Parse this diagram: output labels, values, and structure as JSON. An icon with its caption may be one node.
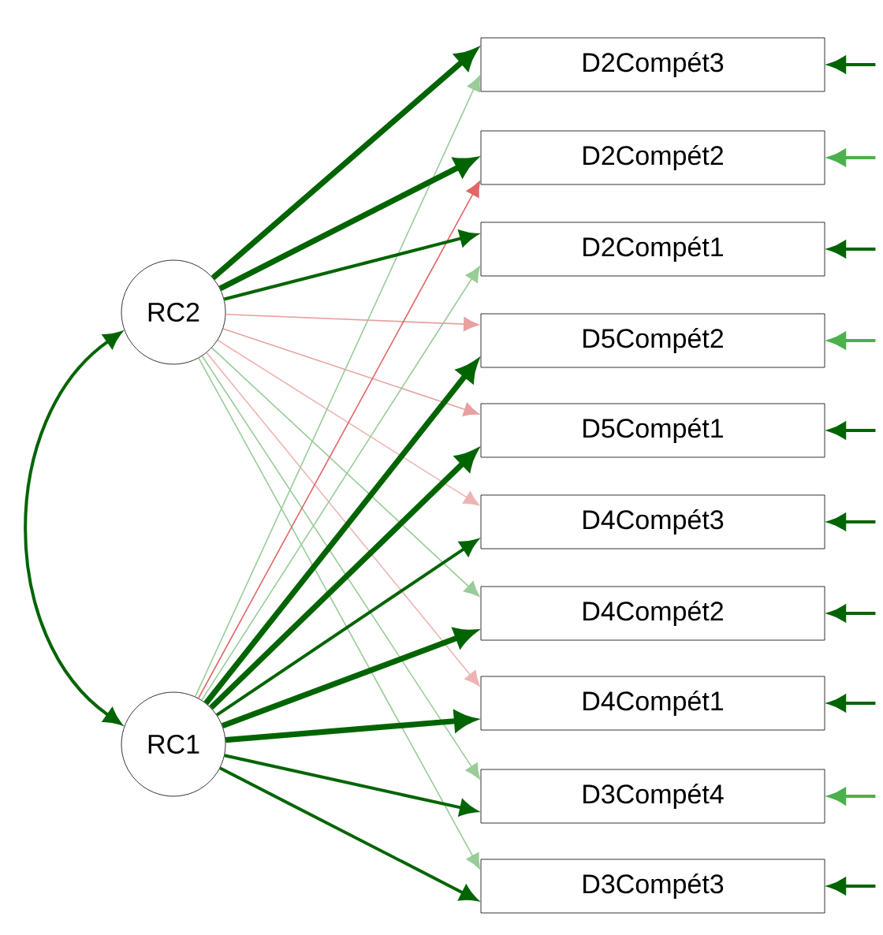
{
  "diagram": {
    "nodes": [
      {
        "text": [
          "RC2"
        ]
      },
      {
        "text": [
          "RC1"
        ]
      },
      {
        "text": [
          "D2Compét3"
        ]
      },
      {
        "text": [
          "D2Compét2"
        ]
      },
      {
        "text": [
          "D2Compét1"
        ]
      },
      {
        "text": [
          "D5Compét2"
        ]
      },
      {
        "text": [
          "D5Compét1"
        ]
      },
      {
        "text": [
          "D4Compét3"
        ]
      },
      {
        "text": [
          "D4Compét2"
        ]
      },
      {
        "text": [
          "D4Compét1"
        ]
      },
      {
        "text": [
          "D3Compét4"
        ]
      },
      {
        "text": [
          "D3Compét3"
        ]
      }
    ],
    "edges": [
      {
        "from": 0,
        "to": 2,
        "arrow": "to",
        "style": "thick"
      },
      {
        "from": 0,
        "to": 3,
        "arrow": "to",
        "style": "thick"
      },
      {
        "from": 0,
        "to": 4,
        "arrow": "to"
      },
      {
        "from": 0,
        "to": 5,
        "arrow": "to",
        "color": "#e8a0a0"
      },
      {
        "from": 0,
        "to": 6,
        "arrow": "to",
        "color": "#e8a0a0"
      },
      {
        "from": 0,
        "to": 7,
        "arrow": "to",
        "color": "#eeb4b4"
      },
      {
        "from": 0,
        "to": 8,
        "arrow": "to",
        "color": "#98cc98"
      },
      {
        "from": 0,
        "to": 9,
        "arrow": "to",
        "color": "#eeb4b4"
      },
      {
        "from": 0,
        "to": 10,
        "arrow": "to",
        "color": "#98cc98"
      },
      {
        "from": 0,
        "to": 11,
        "arrow": "to",
        "color": "#98cc98"
      },
      {
        "from": 1,
        "to": 2,
        "arrow": "to",
        "color": "#98cc98"
      },
      {
        "from": 1,
        "to": 3,
        "arrow": "to",
        "color": "#e06666"
      },
      {
        "from": 1,
        "to": 4,
        "arrow": "to",
        "color": "#98cc98"
      },
      {
        "from": 1,
        "to": 5,
        "arrow": "to",
        "style": "thick"
      },
      {
        "from": 1,
        "to": 6,
        "arrow": "to",
        "style": "thick"
      },
      {
        "from": 1,
        "to": 7,
        "arrow": "to"
      },
      {
        "from": 1,
        "to": 8,
        "arrow": "to",
        "style": "thick"
      },
      {
        "from": 1,
        "to": 9,
        "arrow": "to",
        "style": "thick"
      },
      {
        "from": 1,
        "to": 10,
        "arrow": "to"
      },
      {
        "from": 1,
        "to": 11,
        "arrow": "to"
      },
      {
        "from": 0,
        "to": 1,
        "arrow": "both"
      },
      {
        "from": null,
        "to": 2,
        "arrow": "to"
      },
      {
        "from": null,
        "to": 3,
        "arrow": "to",
        "color": "#4cb04c"
      },
      {
        "from": null,
        "to": 4,
        "arrow": "to"
      },
      {
        "from": null,
        "to": 5,
        "arrow": "to",
        "color": "#4cb04c"
      },
      {
        "from": null,
        "to": 6,
        "arrow": "to"
      },
      {
        "from": null,
        "to": 7,
        "arrow": "to"
      },
      {
        "from": null,
        "to": 8,
        "arrow": "to"
      },
      {
        "from": null,
        "to": 9,
        "arrow": "to"
      },
      {
        "from": null,
        "to": 10,
        "arrow": "to",
        "color": "#4cb04c"
      },
      {
        "from": null,
        "to": 11,
        "arrow": "to"
      }
    ]
  }
}
